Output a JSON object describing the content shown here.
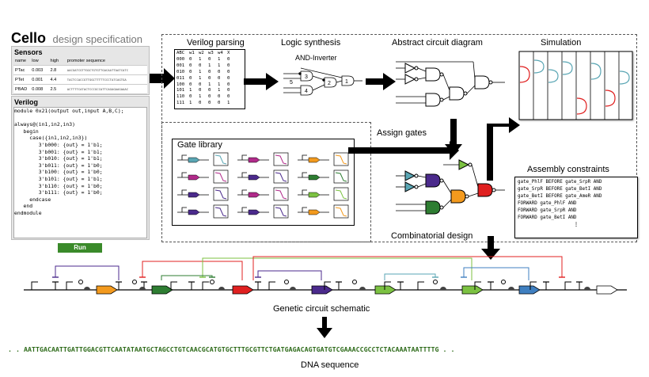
{
  "app": {
    "title": "Cello",
    "subtitle": "design specification"
  },
  "sensors": {
    "heading": "Sensors",
    "columns": [
      "name",
      "low",
      "high",
      "promoter sequence"
    ],
    "rows": [
      {
        "name": "PTac",
        "low": "0.003",
        "high": "2.8",
        "seq": "AACGATCGTTGGCTGTGTTGACAATTAATCATC"
      },
      {
        "name": "PTet",
        "low": "0.001",
        "high": "4.4",
        "seq": "TACTCCACCGTTGGCTTTTTCCCTATCAGTGA"
      },
      {
        "name": "PBAD",
        "low": "0.008",
        "high": "2.5",
        "seq": "ACTTTTCATACTCCCGCCATTCAGAGAAGAAAC"
      }
    ]
  },
  "verilog": {
    "heading": "Verilog",
    "code": [
      "module 0x21(output out,input A,B,C);",
      "",
      "always@(in1,in2,in3)",
      "   begin",
      "     case({in1,in2,in3})",
      "        3'b000: {out} = 1'b1;",
      "        3'b001: {out} = 1'b1;",
      "        3'b010: {out} = 1'b1;",
      "        3'b011: {out} = 1'b0;",
      "        3'b100: {out} = 1'b0;",
      "        3'b101: {out} = 1'b1;",
      "        3'b110: {out} = 1'b0;",
      "        3'b111: {out} = 1'b0;",
      "     endcase",
      "   end",
      "endmodule"
    ],
    "run_label": "Run"
  },
  "verilog_parsing": {
    "title": "Verilog parsing",
    "header": [
      "ABC",
      "w1",
      "w2",
      "w3",
      "w4",
      "X"
    ],
    "rows": [
      [
        "000",
        "0",
        "1",
        "0",
        "1",
        "0"
      ],
      [
        "001",
        "0",
        "0",
        "1",
        "1",
        "0"
      ],
      [
        "010",
        "0",
        "1",
        "0",
        "0",
        "0"
      ],
      [
        "011",
        "0",
        "1",
        "0",
        "0",
        "0"
      ],
      [
        "100",
        "0",
        "0",
        "1",
        "1",
        "0"
      ],
      [
        "101",
        "1",
        "0",
        "0",
        "1",
        "0"
      ],
      [
        "110",
        "0",
        "1",
        "0",
        "0",
        "0"
      ],
      [
        "111",
        "1",
        "0",
        "0",
        "0",
        "1"
      ]
    ]
  },
  "logic_synthesis": {
    "title": "Logic synthesis",
    "subtitle": "AND-Inverter",
    "gate_numbers": [
      "1",
      "2",
      "3",
      "4",
      "5"
    ]
  },
  "abstract": {
    "title": "Abstract circuit diagram"
  },
  "simulation": {
    "title": "Simulation"
  },
  "gate_library": {
    "title": "Gate library"
  },
  "assign_gates": {
    "label": "Assign gates"
  },
  "combinatorial": {
    "label": "Combinatorial design"
  },
  "assembly": {
    "title": "Assembly constraints",
    "lines": [
      "gate_PhlF BEFORE gate_SrpR AND",
      "gate_SrpR BEFORE gate_BetI AND",
      "gate_BetI BEFORE gate_AmeR AND",
      "FORWARD gate_PhlF AND",
      "FORWARD gate_SrpR AND",
      "FORWARD gate_BetI AND",
      "⋮"
    ]
  },
  "schematic": {
    "label": "Genetic circuit schematic"
  },
  "dna": {
    "sequence": ". . AATTGACAATTGATTGGACGTTCAATATAATGCTAGCCTGTCAACGCATGTGCTTTGCGTTCTGATGAGACAGTGATGTCGAAACCGCCTCTACAAATAATTTTG . .",
    "label": "DNA sequence"
  },
  "colors": {
    "run": "#3a8a2a",
    "dna": "#2e6b1a",
    "purple": "#4b2a8c",
    "orange": "#f39a1e",
    "green": "#2e7d32",
    "red": "#e02020",
    "cyan": "#5aa6b4",
    "lime": "#7cc242",
    "blue": "#3f7fc0",
    "magenta": "#b12a8a"
  }
}
